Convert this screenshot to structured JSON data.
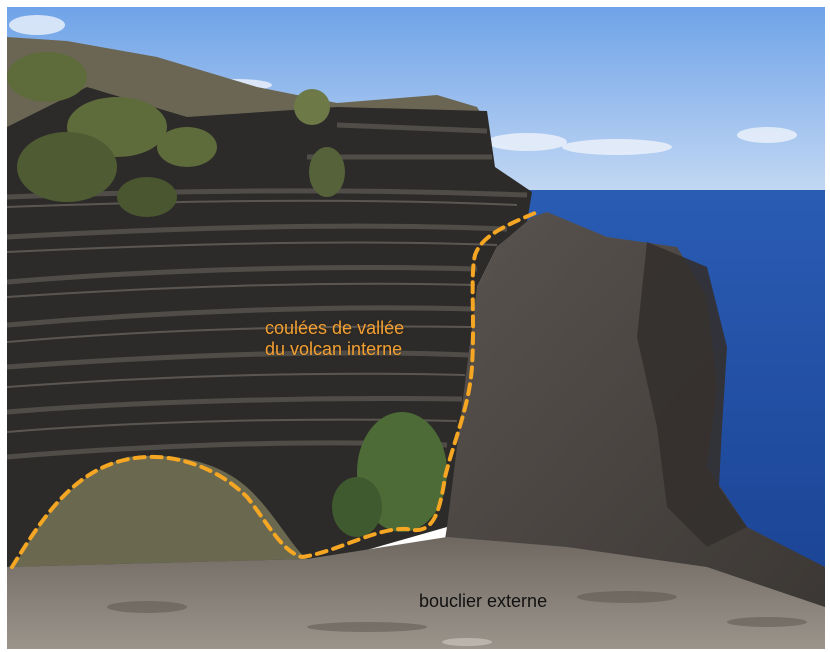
{
  "photo": {
    "labels": {
      "valley_flows_line1": "coulées de vallée",
      "valley_flows_line2": "du volcan interne",
      "outer_shield": "bouclier externe"
    }
  },
  "colors": {
    "sky_top": "#6fa3e8",
    "sky_bottom": "#c9dcf4",
    "sea": "#2250a8",
    "rock_dark": "#2b2a29",
    "rock_mid": "#4a4744",
    "vegetation": "#5d6b3a",
    "ground": "#8a837a",
    "boundary": "#f5a623"
  }
}
